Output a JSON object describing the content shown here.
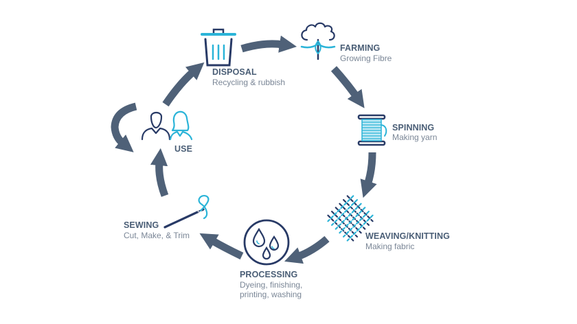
{
  "colors": {
    "arrow": "#4f6178",
    "icon_dark": "#283a66",
    "icon_light": "#2bb4d8",
    "title_text": "#4a5e76",
    "sub_text": "#7a8696"
  },
  "stages": {
    "disposal": {
      "title": "DISPOSAL",
      "subtitle": "Recycling & rubbish",
      "icon": "trash-can-icon"
    },
    "farming": {
      "title": "FARMING",
      "subtitle": "Growing Fibre",
      "icon": "cotton-plant-icon"
    },
    "spinning": {
      "title": "SPINNING",
      "subtitle": "Making yarn",
      "icon": "thread-spool-icon"
    },
    "weaving": {
      "title": "WEAVING/KNITTING",
      "subtitle": "Making fabric",
      "icon": "fabric-weave-icon"
    },
    "processing": {
      "title": "PROCESSING",
      "subtitle_line1": "Dyeing, finishing,",
      "subtitle_line2": "printing, washing",
      "icon": "water-drops-icon"
    },
    "sewing": {
      "title": "SEWING",
      "subtitle": "Cut, Make, & Trim",
      "icon": "needle-thread-icon"
    },
    "use": {
      "title": "USE",
      "icon": "people-icon"
    }
  }
}
